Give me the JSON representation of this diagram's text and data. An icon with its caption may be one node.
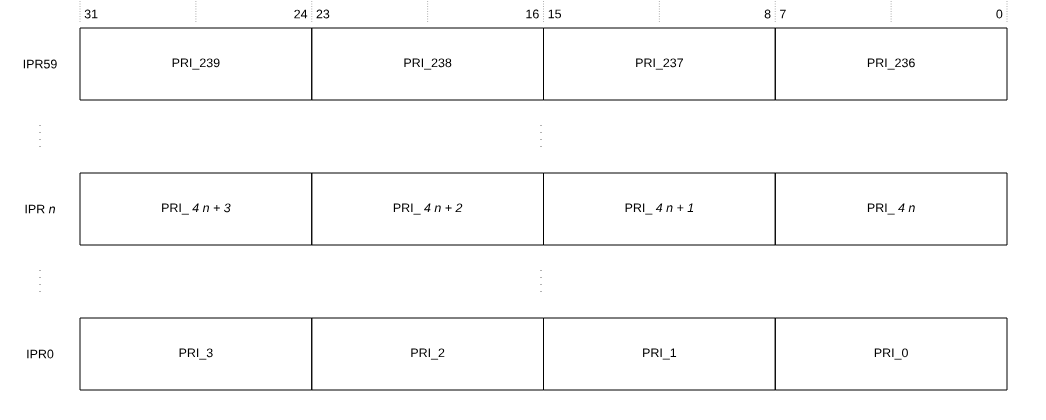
{
  "diagram": {
    "nodes": [
      {
        "text": [
          "PRI_239"
        ]
      },
      {
        "text": [
          "PRI_238"
        ]
      },
      {
        "text": [
          "PRI_237"
        ]
      },
      {
        "text": [
          "PRI_236"
        ]
      },
      {
        "text": [
          "PRI_ *4 n + 3*"
        ]
      },
      {
        "text": [
          "PRI_ *4 n + 2*"
        ]
      },
      {
        "text": [
          "PRI_ *4 n + 1*"
        ]
      },
      {
        "text": [
          "PRI_ *4 n*"
        ]
      },
      {
        "text": [
          "PRI_3"
        ]
      },
      {
        "text": [
          "PRI_2"
        ]
      },
      {
        "text": [
          "PRI_1"
        ]
      },
      {
        "text": [
          "PRI_0"
        ]
      }
    ],
    "labels": [
      "31",
      "24",
      "23",
      "16",
      "15",
      "8",
      "7",
      "0",
      "IPR59",
      "IPR *n*",
      "IPR0"
    ]
  }
}
